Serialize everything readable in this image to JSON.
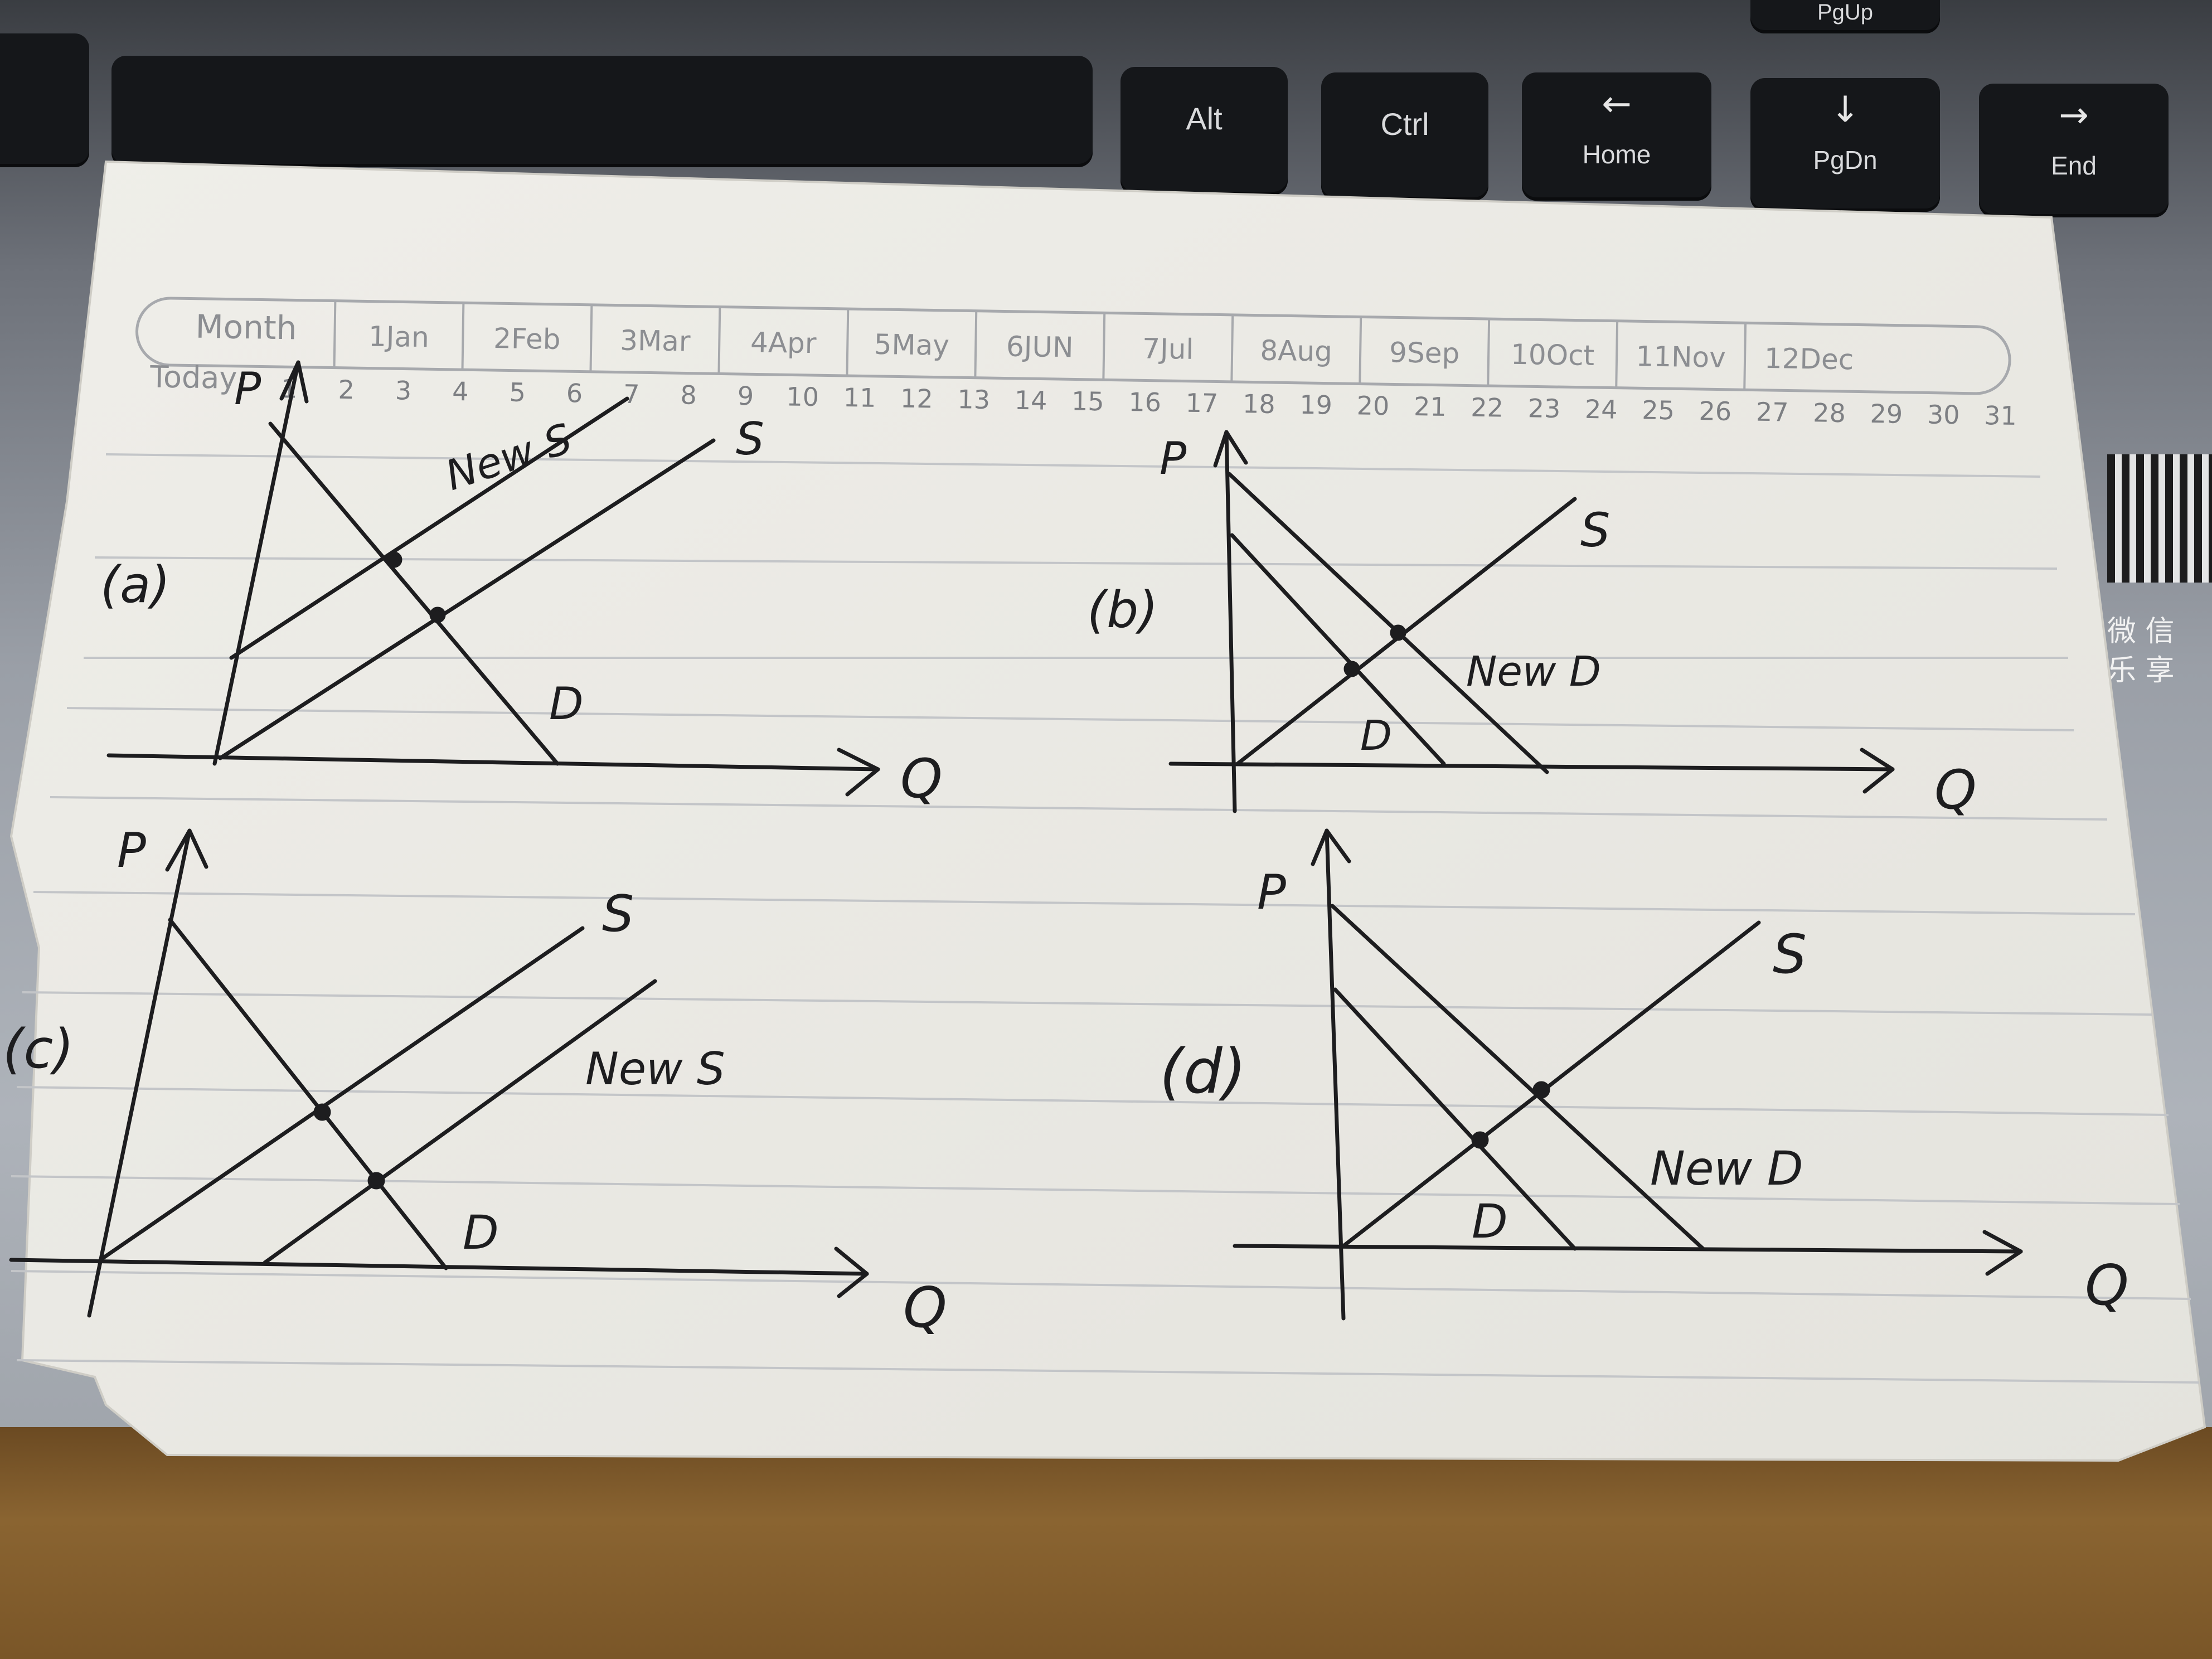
{
  "keyboard": {
    "keys": [
      {
        "label": "Alt"
      },
      {
        "label": "Ctrl"
      },
      {
        "label": "Home",
        "icon": "arrow-left-icon"
      },
      {
        "label": "PgDn",
        "icon": "arrow-down-icon"
      },
      {
        "label": "End",
        "icon": "arrow-right-icon"
      },
      {
        "label": "PgUp",
        "icon": "arrow-up-icon"
      }
    ]
  },
  "sticker": {
    "chars": [
      "微 信",
      "乐 享"
    ]
  },
  "calendar": {
    "month_label": "Month",
    "months": [
      "1Jan",
      "2Feb",
      "3Mar",
      "4Apr",
      "5May",
      "6JUN",
      "7Jul",
      "8Aug",
      "9Sep",
      "10Oct",
      "11Nov",
      "12Dec"
    ],
    "today_label": "Today",
    "days": [
      "1",
      "2",
      "3",
      "4",
      "5",
      "6",
      "7",
      "8",
      "9",
      "10",
      "11",
      "12",
      "13",
      "14",
      "15",
      "16",
      "17",
      "18",
      "19",
      "20",
      "21",
      "22",
      "23",
      "24",
      "25",
      "26",
      "27",
      "28",
      "29",
      "30",
      "31"
    ]
  },
  "graphs": {
    "a": {
      "label": "(a)",
      "y_axis": "P",
      "x_axis": "Q",
      "curves": [
        "New S",
        "S",
        "D"
      ]
    },
    "b": {
      "label": "(b)",
      "y_axis": "P",
      "x_axis": "Q",
      "curves": [
        "S",
        "New D",
        "D"
      ]
    },
    "c": {
      "label": "(c)",
      "y_axis": "P",
      "x_axis": "Q",
      "curves": [
        "S",
        "New S",
        "D"
      ]
    },
    "d": {
      "label": "(d)",
      "y_axis": "P",
      "x_axis": "Q",
      "curves": [
        "S",
        "New D",
        "D"
      ]
    }
  },
  "colors": {
    "ink": "#1d1d1f",
    "paper": "#ecebe6",
    "ruled_line": "#b9bcc0"
  }
}
